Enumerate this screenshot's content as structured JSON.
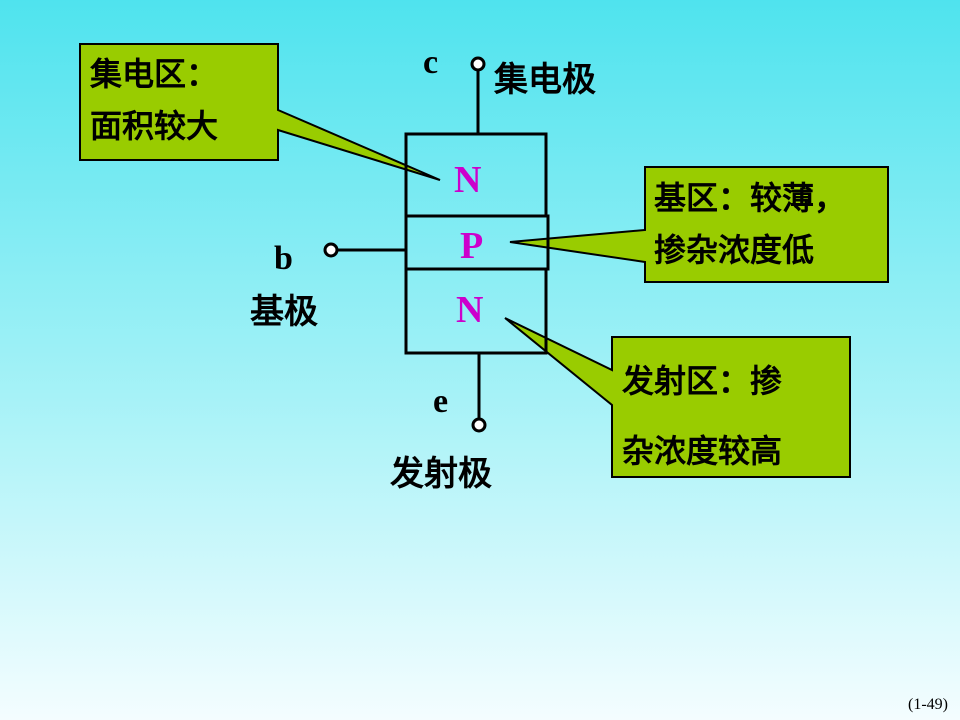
{
  "terminals": {
    "collector": {
      "letter": "c",
      "name": "集电极"
    },
    "base": {
      "letter": "b",
      "name": "基极"
    },
    "emitter": {
      "letter": "e",
      "name": "发射极"
    }
  },
  "regions": {
    "collector": "N",
    "base": "P",
    "emitter": "N"
  },
  "callouts": {
    "collector": {
      "line1": "集电区：",
      "line2": "面积较大"
    },
    "base": {
      "line1": "基区：较薄，",
      "line2": "掺杂浓度低"
    },
    "emitter": {
      "line1": "发射区：掺",
      "line2": "杂浓度较高"
    }
  },
  "colors": {
    "callout_fill": "#99cc00",
    "region_text": "#cc00cc",
    "outline": "#000000"
  },
  "page_number": "(1-49)"
}
